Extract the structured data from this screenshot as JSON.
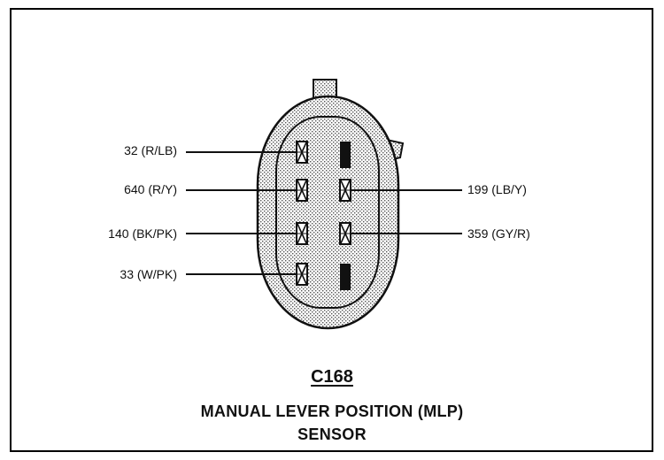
{
  "connector": {
    "id": "C168",
    "name_line1": "MANUAL LEVER POSITION (MLP)",
    "name_line2": "SENSOR"
  },
  "left_wires": [
    {
      "label": "32 (R/LB)"
    },
    {
      "label": "640 (R/Y)"
    },
    {
      "label": "140 (BK/PK)"
    },
    {
      "label": "33 (W/PK)"
    }
  ],
  "right_wires": [
    {
      "label": "199 (LB/Y)"
    },
    {
      "label": "359 (GY/R)"
    }
  ],
  "pins": {
    "left_column": [
      "terminal",
      "terminal",
      "terminal",
      "terminal"
    ],
    "right_column": [
      "blank",
      "terminal",
      "terminal",
      "blank"
    ]
  },
  "colors": {
    "ink": "#111111",
    "body_fill": "#d9d9d9"
  }
}
